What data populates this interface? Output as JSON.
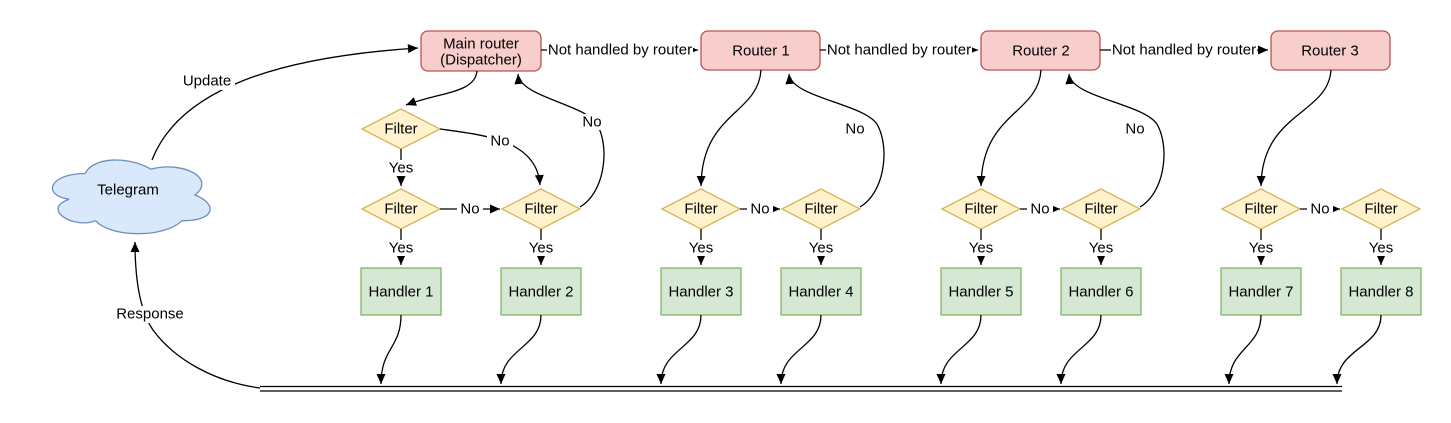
{
  "nodes": {
    "cloud": "Telegram",
    "dispatcher": [
      "Main router",
      "(Dispatcher)"
    ],
    "routers": [
      "Router 1",
      "Router 2",
      "Router 3"
    ],
    "filter": "Filter",
    "handlers": [
      "Handler 1",
      "Handler 2",
      "Handler 3",
      "Handler 4",
      "Handler 5",
      "Handler 6",
      "Handler 7",
      "Handler 8"
    ]
  },
  "edge_labels": {
    "update": "Update",
    "response": "Response",
    "not_handled": "Not handled by router",
    "yes": "Yes",
    "no": "No"
  },
  "colors": {
    "cloud_fill": "#dae8fc",
    "cloud_stroke": "#6c8ebf",
    "router_fill": "#f8cecc",
    "router_stroke": "#b85450",
    "filter_fill": "#fff2cc",
    "filter_stroke": "#d6b656",
    "handler_fill": "#d5e8d4",
    "handler_stroke": "#82b366",
    "edge": "#000000",
    "label_bg": "#ffffff"
  }
}
